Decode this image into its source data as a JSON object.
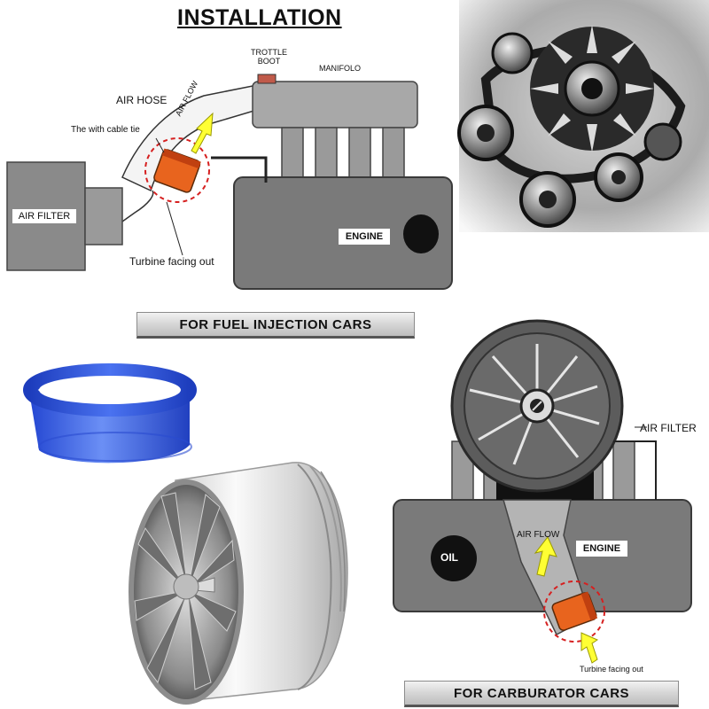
{
  "top": {
    "title": "INSTALLATION",
    "labels": {
      "throttle_boot": "TROTTLE\nBOOT",
      "manifold": "MANIFOLO",
      "air_hose": "AIR HOSE",
      "air_flow": "AIR FLOW",
      "cable_tie": "The with cable tie",
      "air_filter": "AIR FILTER",
      "engine": "ENGINE",
      "turbine_out": "Turbine facing out"
    },
    "banner": "FOR FUEL INJECTION CARS"
  },
  "bottom": {
    "labels": {
      "air_filter": "AIR FILTER",
      "air_flow": "AIR FLOW",
      "engine": "ENGINE",
      "oil": "OIL",
      "turbine_out": "Turbine facing out"
    },
    "banner": "FOR CARBURATOR CARS"
  },
  "colors": {
    "engine_gray": "#7a7a7a",
    "outline": "#3a3a3a",
    "arrow_yellow": "#ffff33",
    "ring_blue": "#2f52d6",
    "turbine_orange": "#e8641e",
    "dashed_red": "#d62020"
  }
}
